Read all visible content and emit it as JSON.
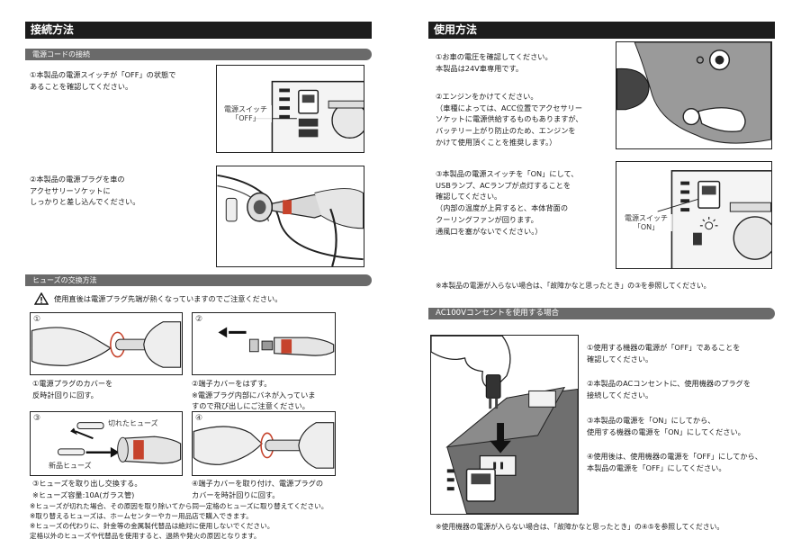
{
  "left": {
    "title": "接続方法",
    "power_cord": {
      "header": "電源コードの接続",
      "step1": "①本製品の電源スイッチが「OFF」の状態で\nあることを確認してください。",
      "switch_label": "電源スイッチ\n「OFF」",
      "step2": "②本製品の電源プラグを車の\nアクセサリーソケットに\nしっかりと差し込んでください。"
    },
    "fuse": {
      "header": "ヒューズの交換方法",
      "warning": "使用直後は電源プラグ先端が熱くなっていますのでご注意ください。",
      "panels": [
        {
          "num": "①",
          "caption": "①電源プラグのカバーを\n反時計回りに回す。"
        },
        {
          "num": "②",
          "caption": "②端子カバーをはずす。\n※電源プラグ内部にバネが入っていま\nすので飛び出しにご注意ください。"
        },
        {
          "num": "③",
          "caption": "③ヒューズを取り出し交換する。\n※ヒューズ容量:10A(ガラス管)",
          "label_old": "切れたヒューズ",
          "label_new": "新品ヒューズ"
        },
        {
          "num": "④",
          "caption": "④端子カバーを取り付け、電源プラグの\nカバーを時計回りに回す。"
        }
      ],
      "notes": "※ヒューズが切れた場合、その原因を取り除いてから同一定格のヒューズに取り替えてください。\n※取り替えるヒューズは、ホームセンターやカー用品店で購入できます。\n※ヒューズの代わりに、針金等の金属製代替品は絶対に使用しないでください。\n定格以外のヒューズや代替品を使用すると、過熱や発火の原因となります。"
    }
  },
  "right": {
    "title": "使用方法",
    "step1": "①お車の電圧を確認してください。\n本製品は24V車専用です。",
    "step2": "②エンジンをかけてください。\n（車種によっては、ACC位置でアクセサリー\nソケットに電源供給するものもありますが、\nバッテリー上がり防止のため、エンジンを\nかけて使用頂くことを推奨します。）",
    "step3": "③本製品の電源スイッチを「ON」にして、\nUSBランプ、ACランプが点灯することを\n確認してください。\n（内部の温度が上昇すると、本体背面の\nクーリングファンが回ります。\n通風口を塞がないでください。）",
    "switch_on_label": "電源スイッチ\n「ON」",
    "note1": "※本製品の電源が入らない場合は、「故障かなと思ったとき」の③を参照してください。",
    "ac": {
      "header": "AC100Vコンセントを使用する場合",
      "step1": "①使用する機器の電源が「OFF」であることを\n確認してください。",
      "step2": "②本製品のACコンセントに、使用機器のプラグを\n接続してください。",
      "step3": "③本製品の電源を「ON」にしてから、\n使用する機器の電源を「ON」にしてください。",
      "step4": "④使用後は、使用機器の電源を「OFF」にしてから、\n本製品の電源を「OFF」にしてください。",
      "note": "※使用機器の電源が入らない場合は、「故障かなと思ったとき」の④⑤を参照してください。"
    }
  }
}
